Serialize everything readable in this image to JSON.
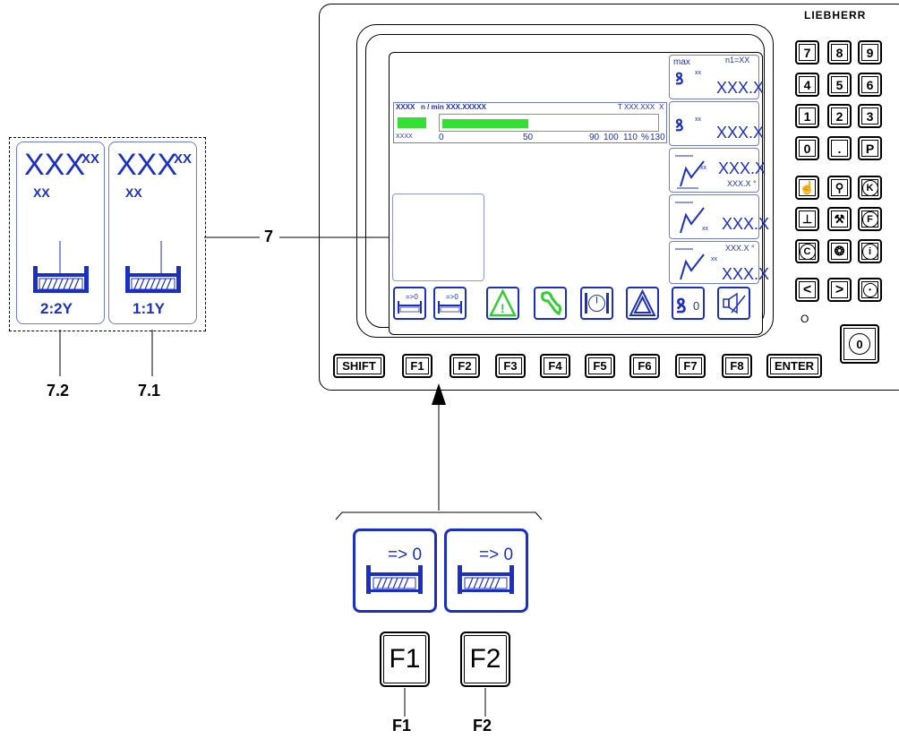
{
  "brand": "LIEBHERR",
  "callouts": {
    "main": "7",
    "left_panel": "7.2",
    "right_panel": "7.1",
    "bottom_f1": "F1",
    "bottom_f2": "F2"
  },
  "zoom_panels": [
    {
      "value": "XXX",
      "sup": "XX",
      "sub": "XX",
      "ratio": "2:2Y"
    },
    {
      "value": "XXX",
      "sup": "XX",
      "sub": "XX",
      "ratio": "1:1Y"
    }
  ],
  "display": {
    "gauge": {
      "top_left": "XXXX",
      "unit": "n / min",
      "value": "XXX.XXXXX",
      "t_value": "T XXX.XXX",
      "x_mark": "X",
      "bottom_left": "XXXX",
      "scale": [
        "0",
        "50",
        "90",
        "100",
        "110",
        "%",
        "130"
      ]
    },
    "right_cells": [
      {
        "top": "max",
        "corner": "n1=XX",
        "small": "xx",
        "value": "XXX.X"
      },
      {
        "small": "xx",
        "value": "XXX.X"
      },
      {
        "small": "xx",
        "value": "XXX.X",
        "sub": "XXX.X °"
      },
      {
        "small": "xx",
        "value": "XXX.X"
      },
      {
        "top": "XXX.X °",
        "small": "xx",
        "value": "XXX.X"
      }
    ],
    "softkey_hook_zero": "0"
  },
  "function_keys": [
    "SHIFT",
    "F1",
    "F2",
    "F3",
    "F4",
    "F5",
    "F6",
    "F7",
    "F8",
    "ENTER"
  ],
  "keypad": {
    "numbers": [
      "7",
      "8",
      "9",
      "4",
      "5",
      "6",
      "1",
      "2",
      "3",
      "0",
      ".",
      "P"
    ],
    "letter_keys": [
      "K",
      "F",
      "C",
      "i"
    ],
    "indicator": "O",
    "power": "0"
  },
  "bottom_detail": {
    "key_labels": [
      "=> 0",
      "=> 0"
    ],
    "fkeys": [
      "F1",
      "F2"
    ]
  }
}
